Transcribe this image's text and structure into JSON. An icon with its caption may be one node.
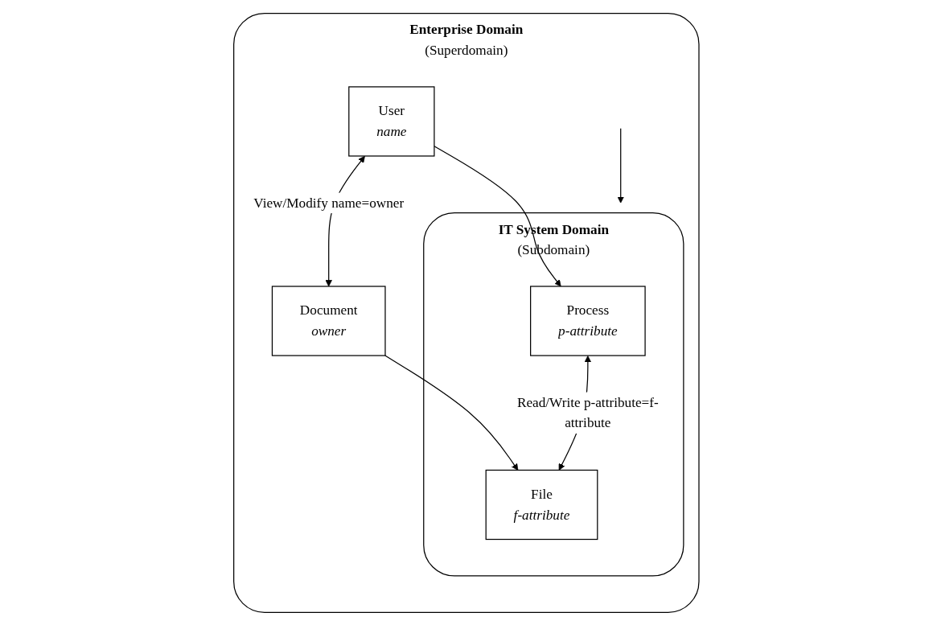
{
  "diagram": {
    "nodes": [
      {
        "text": [
          "Enterprise Domain",
          "(Superdomain)"
        ]
      },
      {
        "text": [
          "User",
          "name"
        ],
        "in": 0
      },
      {
        "text": [
          "Document",
          "owner"
        ],
        "in": 0
      },
      {
        "text": [
          "IT System Domain",
          "(Subdomain)"
        ],
        "in": 0
      },
      {
        "text": [
          "Process",
          "p-attribute"
        ],
        "in": 3
      },
      {
        "text": [
          "File",
          "f-attribute"
        ],
        "in": 3
      }
    ],
    "edges": [
      {
        "from": 1,
        "to": 2,
        "arrow": "both",
        "label": "View/Modify name=owner"
      },
      {
        "from": 1,
        "to": 4,
        "arrow": "to"
      },
      {
        "from": null,
        "to": 3,
        "arrow": "to"
      },
      {
        "from": 2,
        "to": 5,
        "arrow": "to"
      },
      {
        "from": 4,
        "to": 5,
        "arrow": "both",
        "label": "Read/Write p-attribute=f-attribute"
      }
    ]
  }
}
